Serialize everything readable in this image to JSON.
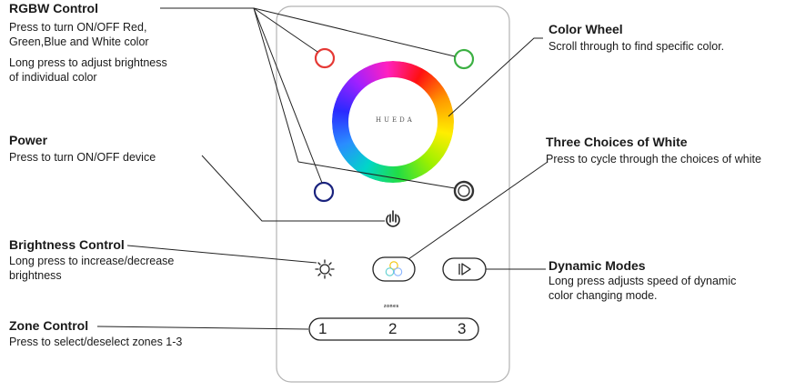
{
  "labels": {
    "rgbw": {
      "title": "RGBW Control",
      "desc": [
        "Press to turn ON/OFF Red,",
        "Green,Blue and White color"
      ],
      "desc2": [
        "Long press to adjust brightness",
        "of individual color"
      ]
    },
    "power": {
      "title": "Power",
      "desc": [
        "Press to turn ON/OFF device"
      ]
    },
    "brightness": {
      "title": "Brightness Control",
      "desc": [
        "Long press to increase/decrease",
        "brightness"
      ]
    },
    "zone": {
      "title": "Zone Control",
      "desc": [
        "Press to select/deselect zones 1-3"
      ]
    },
    "wheel": {
      "title": "Color Wheel",
      "desc": [
        "Scroll through to find specific color."
      ]
    },
    "white": {
      "title": "Three Choices of White",
      "desc": [
        "Press to cycle through the choices of white"
      ]
    },
    "dynamic": {
      "title": "Dynamic Modes",
      "desc": [
        "Long press adjusts speed of dynamic",
        "color changing mode."
      ]
    }
  },
  "panel": {
    "brand": "HUEDA",
    "zones_caption": "zones",
    "zones": [
      "1",
      "2",
      "3"
    ]
  },
  "colors": {
    "red": "#e53935",
    "green": "#3cb043",
    "blue": "#1a237e",
    "white_ring": "#333333",
    "panel_border": "#b0b0b0",
    "line": "#222222"
  },
  "icons": {
    "power": "power-icon",
    "brightness": "sun-icon",
    "white": "three-circles-icon",
    "dynamic": "play-mode-icon"
  }
}
